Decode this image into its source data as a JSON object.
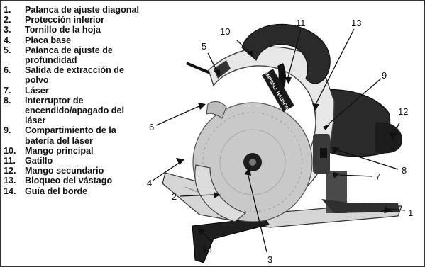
{
  "parts": [
    {
      "num": "1.",
      "label": "Palanca de ajuste diagonal"
    },
    {
      "num": "2.",
      "label": "Protección inferior"
    },
    {
      "num": "3.",
      "label": "Tornillo de la hoja"
    },
    {
      "num": "4.",
      "label": "Placa base"
    },
    {
      "num": "5.",
      "label": "Palanca de ajuste de profundidad"
    },
    {
      "num": "6.",
      "label": "Salida de extracción de polvo"
    },
    {
      "num": "7.",
      "label": "Láser"
    },
    {
      "num": "8.",
      "label": "Interruptor de encendido/apagado del láser"
    },
    {
      "num": "9.",
      "label": "Compartimiento de la batería del láser"
    },
    {
      "num": "10.",
      "label": "Mango principal"
    },
    {
      "num": "11.",
      "label": "Gatillo"
    },
    {
      "num": "12.",
      "label": "Mango secundario"
    },
    {
      "num": "13.",
      "label": "Bloqueo del vástago"
    },
    {
      "num": "14.",
      "label": "Guía del borde"
    }
  ],
  "callouts": [
    "1",
    "2",
    "3",
    "4",
    "5",
    "6",
    "7",
    "8",
    "9",
    "10",
    "11",
    "12",
    "13",
    "14"
  ],
  "brand_text": "CAMPBELL HAUSFELD"
}
